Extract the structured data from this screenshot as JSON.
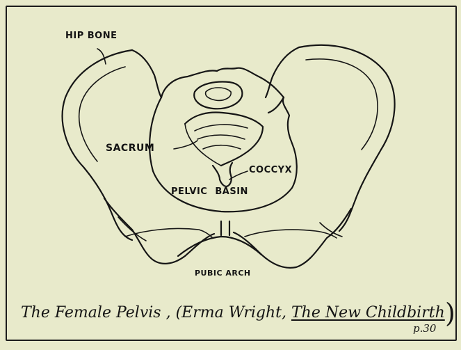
{
  "labels": {
    "hip_bone": "HIP BONE",
    "sacrum": "SACRUM",
    "coccyx": "COCCYX",
    "pelvic_basin": "PELVIC BASIN",
    "pubic_arch": "PUBIC ARCH"
  },
  "caption": {
    "title": "The Female Pelvis ,",
    "open_paren": "(",
    "author": "Erma Wright, ",
    "book": "The New Childbirth",
    "page_ref": "p.30",
    "close_paren": ")"
  },
  "colors": {
    "background": "#e8eacb",
    "ink": "#161616"
  }
}
